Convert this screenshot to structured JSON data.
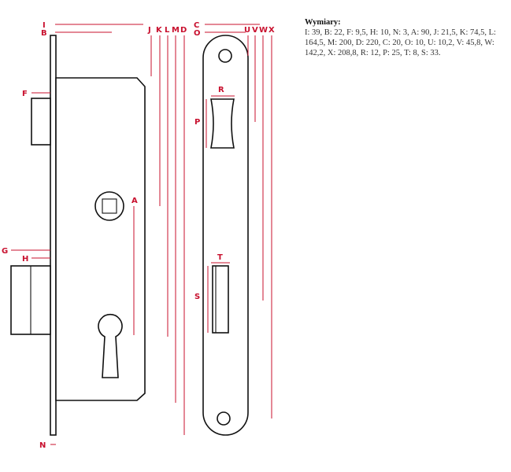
{
  "labels": {
    "I": "I",
    "B": "B",
    "F": "F",
    "G": "G",
    "H": "H",
    "N": "N",
    "A": "A",
    "J": "J",
    "K": "K",
    "L": "L",
    "M": "M",
    "D": "D",
    "C": "C",
    "O": "O",
    "U": "U",
    "V": "V",
    "W": "W",
    "X": "X",
    "R": "R",
    "P": "P",
    "T": "T",
    "S": "S"
  },
  "specs": {
    "title": "Wymiary:",
    "body": "I: 39, B: 22, F: 9,5, H: 10, N: 3, A: 90, J: 21,5, K: 74,5, L: 164,5, M: 200, D: 220, C: 20, O: 10, U: 10,2, V: 45,8, W: 142,2, X: 208,8, R: 12, P: 25, T: 8, S: 33."
  },
  "colors": {
    "dimension": "#c8102e",
    "outline": "#111111",
    "text": "#333333"
  }
}
